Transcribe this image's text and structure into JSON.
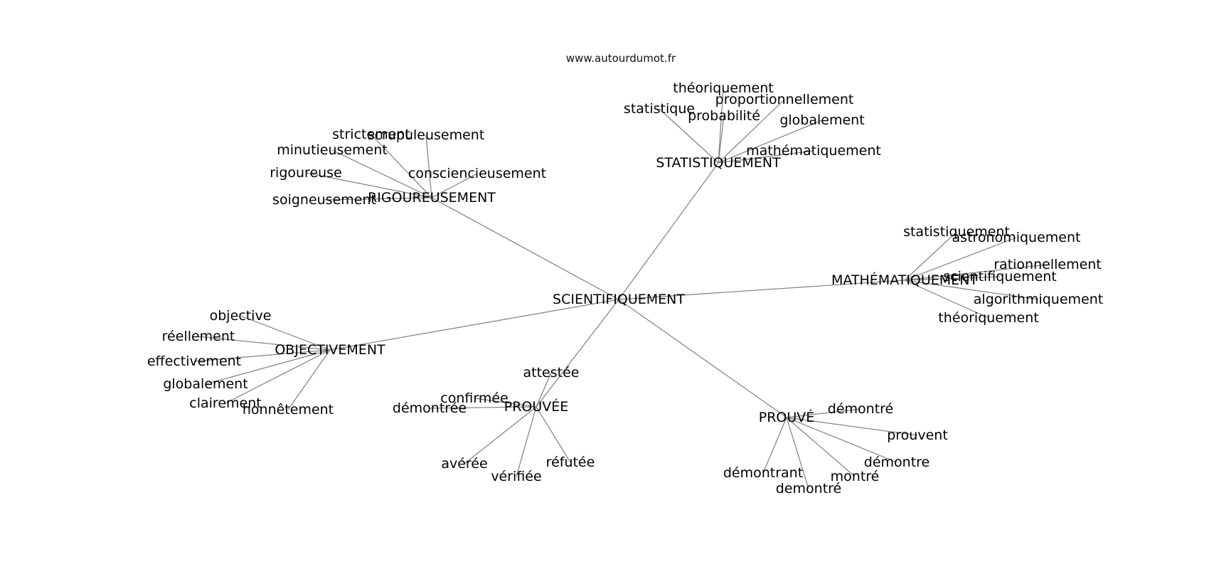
{
  "site": {
    "url": "www.autourdumot.fr"
  },
  "style": {
    "edge_color": "#808080",
    "text_color": "#000000",
    "background": "#ffffff"
  },
  "graph": {
    "center": {
      "label": "SCIENTIFIQUEMENT"
    },
    "hubs": [
      {
        "label": "RIGOUREUSEMENT",
        "leaves": [
          "strictement",
          "scrupuleusement",
          "minutieusement",
          "consciencieusement",
          "rigoureuse",
          "soigneusement"
        ]
      },
      {
        "label": "STATISTIQUEMENT",
        "leaves": [
          "théoriquement",
          "proportionnellement",
          "statistique",
          "probabilité",
          "globalement",
          "mathématiquement"
        ]
      },
      {
        "label": "MATHÉMATIQUEMENT",
        "leaves": [
          "statistiquement",
          "astronomiquement",
          "rationnellement",
          "scientifiquement",
          "algorithmiquement",
          "théoriquement"
        ]
      },
      {
        "label": "OBJECTIVEMENT",
        "leaves": [
          "objective",
          "réellement",
          "effectivement",
          "globalement",
          "clairement",
          "honnêtement"
        ]
      },
      {
        "label": "PROUVÉE",
        "leaves": [
          "attestée",
          "confirmée",
          "démontrée",
          "avérée",
          "vérifiée",
          "réfutée"
        ]
      },
      {
        "label": "PROUVÉ",
        "leaves": [
          "démontré",
          "prouvent",
          "démontre",
          "démontrant",
          "montré",
          "demontré"
        ]
      }
    ]
  }
}
